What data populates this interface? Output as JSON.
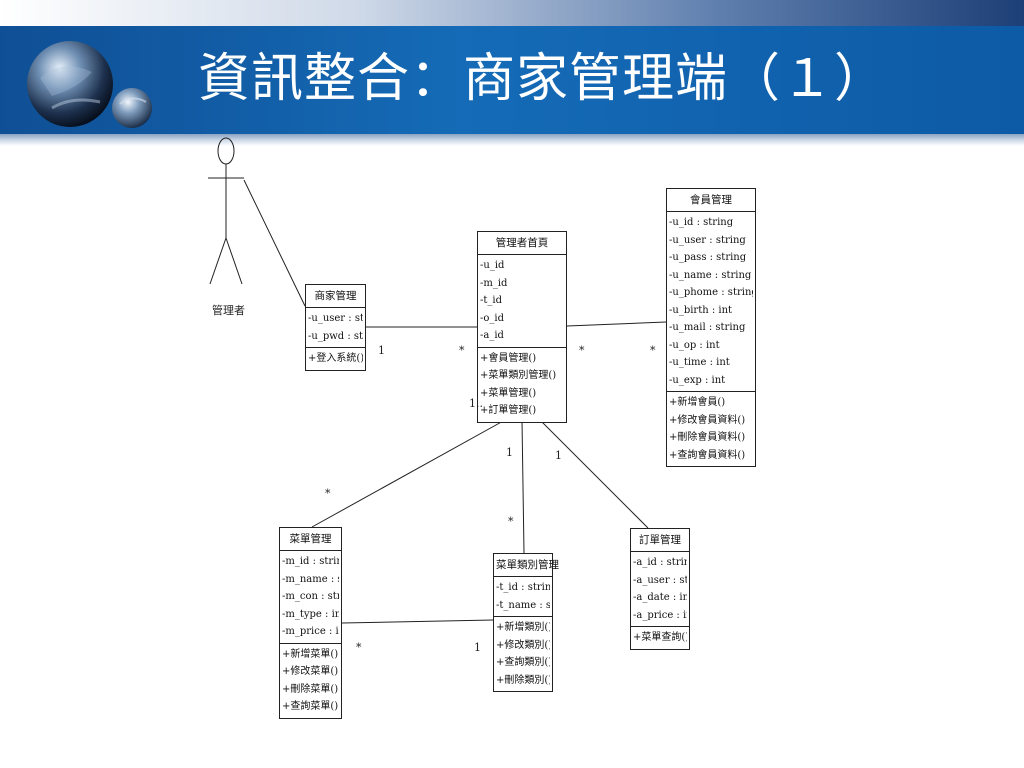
{
  "slide_title": "資訊整合：商家管理端（１）",
  "colors": {
    "header_blue": "#156bb7",
    "line": "#222222"
  },
  "actor": {
    "label": "管理者"
  },
  "classes": {
    "merchant_mgmt": {
      "name": "商家管理",
      "attributes": [
        "-u_user : string",
        "-u_pwd : string"
      ],
      "operations": [
        "+登入系統()"
      ]
    },
    "admin_home": {
      "name": "管理者首頁",
      "attributes": [
        "-u_id",
        "-m_id",
        "-t_id",
        "-o_id",
        "-a_id"
      ],
      "operations": [
        "+會員管理()",
        "+菜單類別管理()",
        "+菜單管理()",
        "+訂單管理()"
      ]
    },
    "member_mgmt": {
      "name": "會員管理",
      "attributes": [
        "-u_id : string",
        "-u_user : string",
        "-u_pass : string",
        "-u_name : string",
        "-u_phome : string",
        "-u_birth : int",
        "-u_mail : string",
        "-u_op : int",
        "-u_time : int",
        "-u_exp : int"
      ],
      "operations": [
        "+新增會員()",
        "+修改會員資料()",
        "+刪除會員資料()",
        "+查詢會員資料()"
      ]
    },
    "menu_mgmt": {
      "name": "菜單管理",
      "attributes": [
        "-m_id : string",
        "-m_name : string",
        "-m_con : string",
        "-m_type : int",
        "-m_price : int"
      ],
      "operations": [
        "+新增菜單()",
        "+修改菜單()",
        "+刪除菜單()",
        "+查詢菜單()"
      ]
    },
    "category_mgmt": {
      "name": "菜單類別管理",
      "attributes": [
        "-t_id : string",
        "-t_name : string"
      ],
      "operations": [
        "+新增類別()",
        "+修改類別()",
        "+查詢類別()",
        "+刪除類別()"
      ]
    },
    "order_mgmt": {
      "name": "訂單管理",
      "attributes": [
        "-a_id : string",
        "-a_user : string",
        "-a_date : int",
        "-a_price : int"
      ],
      "operations": [
        "+菜單查詢()"
      ]
    }
  },
  "multiplicities": {
    "merchant_side": "1",
    "home_left": "*",
    "home_right": "*",
    "member_side": "*",
    "home_bottom_left": "1..",
    "home_to_category": "1",
    "home_to_order": "1",
    "menu_top": "*",
    "category_top": "*",
    "menu_to_category": "*",
    "category_to_menu": "1"
  }
}
